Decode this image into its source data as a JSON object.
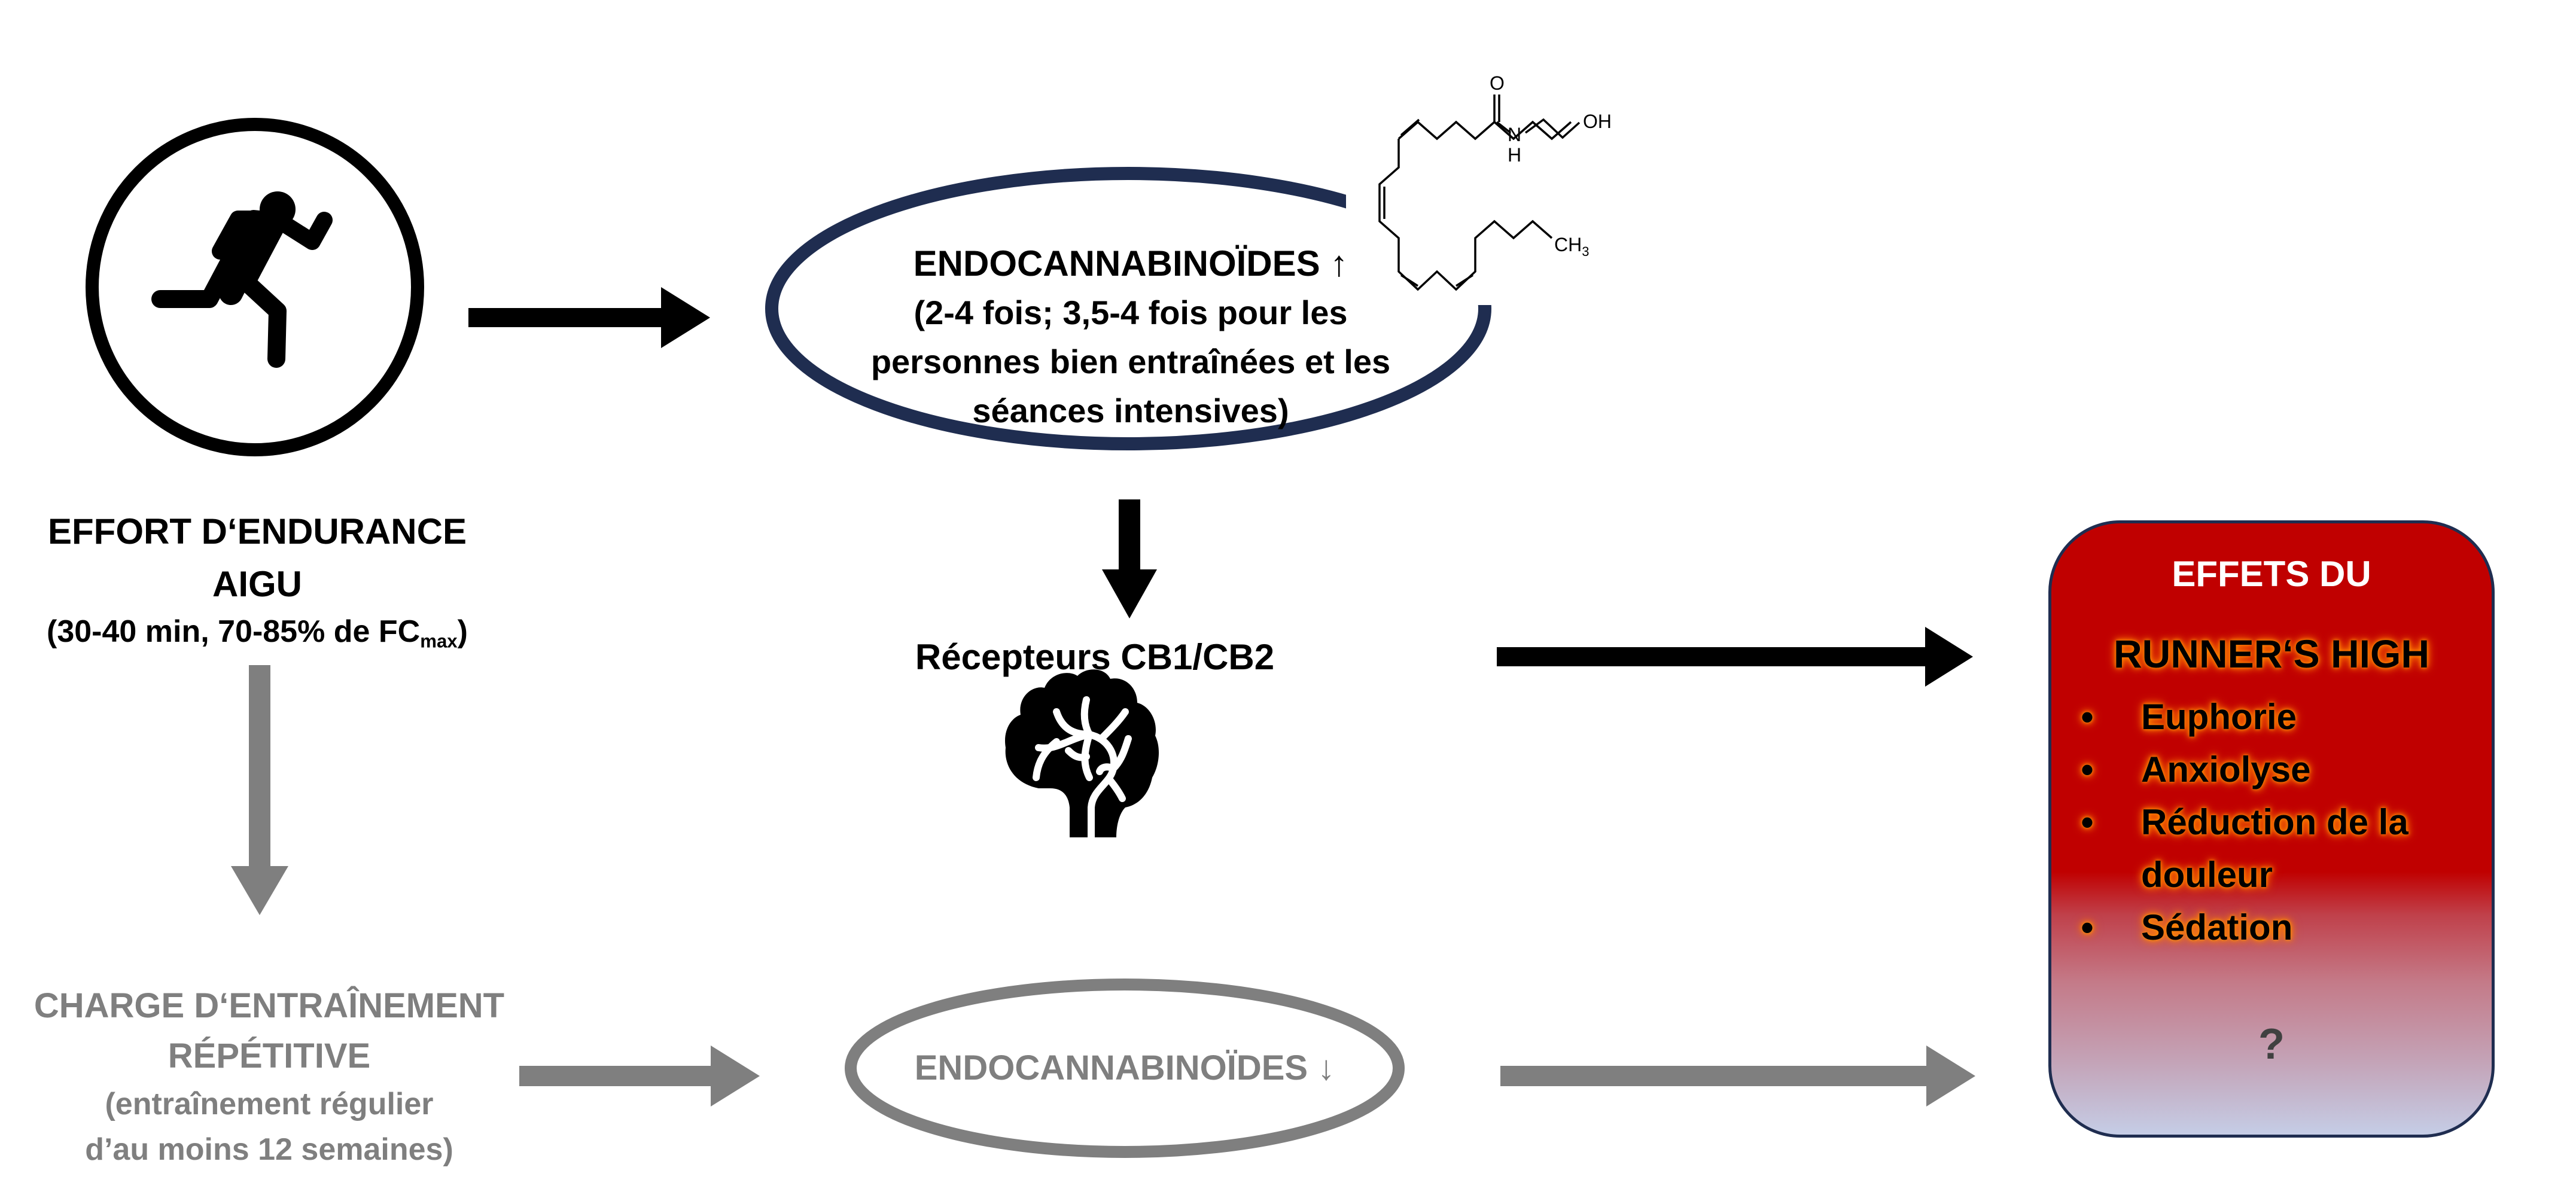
{
  "colors": {
    "black": "#000000",
    "gray": "#7f7f7f",
    "ellipse_outline": "#1f2d50",
    "effects_red": "#c00000",
    "effects_bottom": "#c5cde6",
    "glow": "#ff8c00",
    "question_mark": "#404040"
  },
  "acute_effort": {
    "icon": "running-person-icon",
    "title_line1": "EFFORT D‘ENDURANCE",
    "title_line2": "AIGU",
    "detail_prefix": "(30-40 min, 70-85% de FC",
    "detail_subscript": "max",
    "detail_suffix": ")"
  },
  "endocannabinoids_up": {
    "title": "ENDOCANNABINOÏDES ↑",
    "detail_line1": "(2-4 fois; 3,5-4 fois pour les",
    "detail_line2": "personnes bien entraînées et les",
    "detail_line3": "séances intensives)"
  },
  "molecule": {
    "name": "anandamide-structure",
    "labels": {
      "oxygen": "O",
      "nitrogen": "N",
      "hydrogen": "H",
      "hydroxyl": "OH",
      "methyl": "CH",
      "methyl_sub": "3"
    }
  },
  "receptors": {
    "label": "Récepteurs CB1/CB2",
    "icon": "brain-icon"
  },
  "effects": {
    "heading": "EFFETS DU",
    "subtitle": "RUNNER‘S HIGH",
    "bullet": "•",
    "items": [
      "Euphorie",
      "Anxiolyse",
      "Réduction de la douleur",
      "Sédation"
    ],
    "unknown": "?"
  },
  "repeated_training": {
    "title_line1": "CHARGE D‘ENTRAÎNEMENT",
    "title_line2": "RÉPÉTITIVE",
    "detail_line1": "(entraînement régulier",
    "detail_line2": "d’au moins 12 semaines)"
  },
  "endocannabinoids_down": {
    "title": "ENDOCANNABINOÏDES ↓"
  }
}
